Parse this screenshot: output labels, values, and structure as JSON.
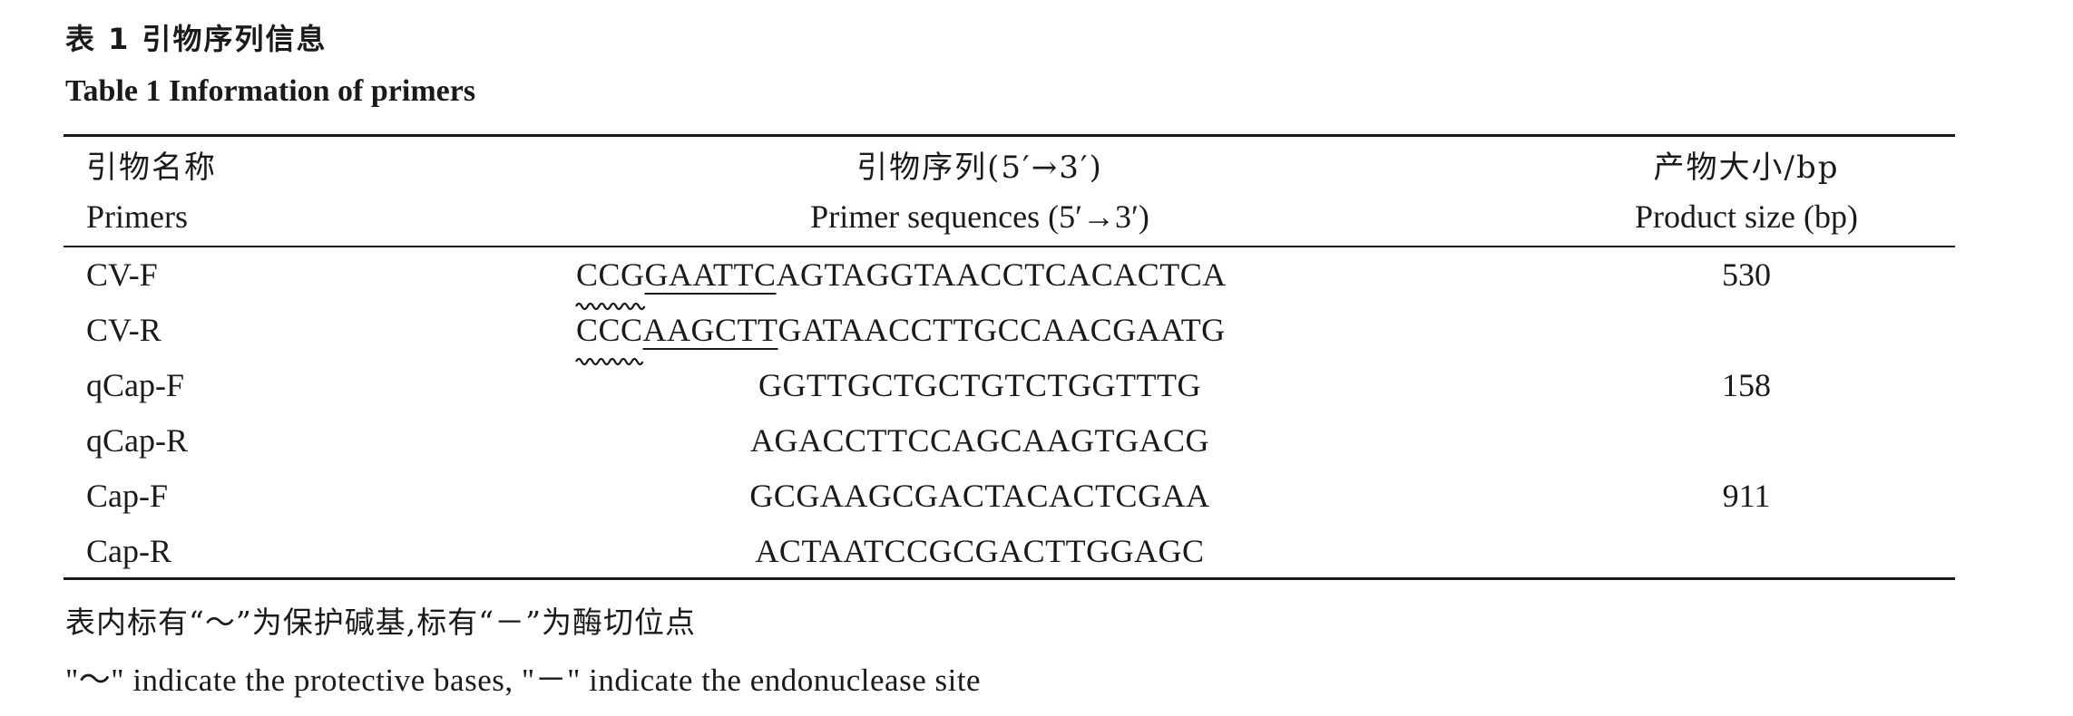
{
  "caption": {
    "cn": "表 1   引物序列信息",
    "en": "Table 1    Information of primers"
  },
  "table": {
    "headers": [
      {
        "cn": "引物名称",
        "en": "Primers"
      },
      {
        "cn": "引物序列(5′→3′)",
        "en": "Primer sequences (5′→3′)"
      },
      {
        "cn": "产物大小/bp",
        "en": "Product size (bp)"
      }
    ],
    "rows": [
      {
        "primer": "CV-F",
        "seq_protective": "CCG",
        "seq_site": "GAATTC",
        "seq_rest": "AGTAGGTAACCTCACACTCA",
        "size": "530"
      },
      {
        "primer": "CV-R",
        "seq_protective": "CCC",
        "seq_site": "AAGCTT",
        "seq_rest": "GATAACCTTGCCAACGAATG",
        "size": ""
      },
      {
        "primer": "qCap-F",
        "seq_protective": "",
        "seq_site": "",
        "seq_rest": "GGTTGCTGCTGTCTGGTTTG",
        "size": "158"
      },
      {
        "primer": "qCap-R",
        "seq_protective": "",
        "seq_site": "",
        "seq_rest": "AGACCTTCCAGCAAGTGACG",
        "size": ""
      },
      {
        "primer": "Cap-F",
        "seq_protective": "",
        "seq_site": "",
        "seq_rest": "GCGAAGCGACTACACTCGAA",
        "size": "911"
      },
      {
        "primer": "Cap-R",
        "seq_protective": "",
        "seq_site": "",
        "seq_rest": "ACTAATCCGCGACTTGGAGC",
        "size": ""
      }
    ]
  },
  "footnote": {
    "cn": "表内标有“～”为保护碱基,标有“－”为酶切位点",
    "en": "\"～\" indicate the protective bases, \"－\" indicate the endonuclease site"
  }
}
